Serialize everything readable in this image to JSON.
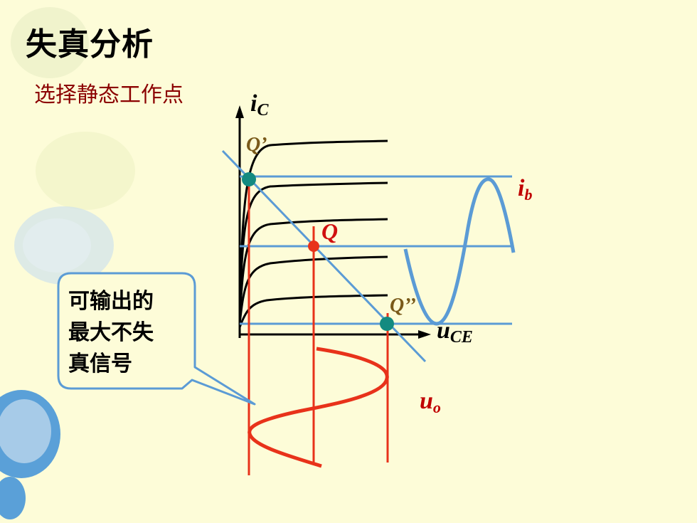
{
  "title": "失真分析",
  "subtitle": "选择静态工作点",
  "callout": {
    "lines": [
      "可输出的",
      "最大不失",
      "真信号"
    ]
  },
  "labels": {
    "ic_main": "i",
    "ic_sub": "C",
    "uce_main": "u",
    "uce_sub": "CE",
    "ib_main": "i",
    "ib_sub": "b",
    "uo_main": "u",
    "uo_sub": "o",
    "q_prime": "Q’",
    "q": "Q",
    "q_double_prime": "Q’’"
  },
  "colors": {
    "background": "#fdfcd8",
    "blue_line": "#5b9bd5",
    "red_line": "#e8321a",
    "curve": "#000000",
    "q_point": "#e8321a",
    "q_end_points": "#138a80",
    "subtitle": "#8b0000",
    "ib_label": "#c00000",
    "uo_label": "#c00000",
    "q_prime_label": "#7a5a1a",
    "q_label": "#d01010"
  }
}
